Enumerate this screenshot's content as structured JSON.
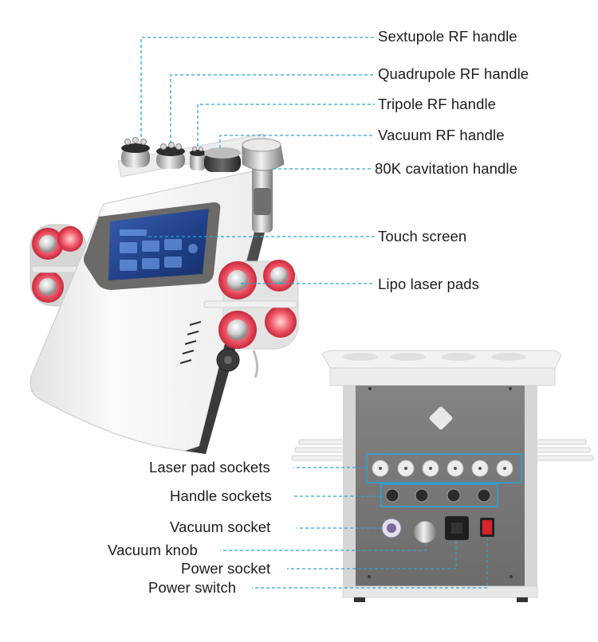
{
  "labels": {
    "sextupole": "Sextupole RF handle",
    "quadrupole": "Quadrupole RF handle",
    "tripole": "Tripole RF handle",
    "vacuum_rf": "Vacuum RF handle",
    "cavitation": "80K cavitation handle",
    "touch_screen": "Touch screen",
    "lipo_pads": "Lipo laser pads",
    "laser_sockets": "Laser pad sockets",
    "handle_sockets": "Handle sockets",
    "vacuum_socket": "Vacuum socket",
    "vacuum_knob": "Vacuum knob",
    "power_socket": "Power socket",
    "power_switch": "Power switch"
  },
  "colors": {
    "leader_line": "#2aa3d8",
    "highlight_box": "#2aa3d8",
    "laser_red": "#e8344a",
    "panel_grey": "#7a7876",
    "body_white": "#f4f4f4"
  }
}
